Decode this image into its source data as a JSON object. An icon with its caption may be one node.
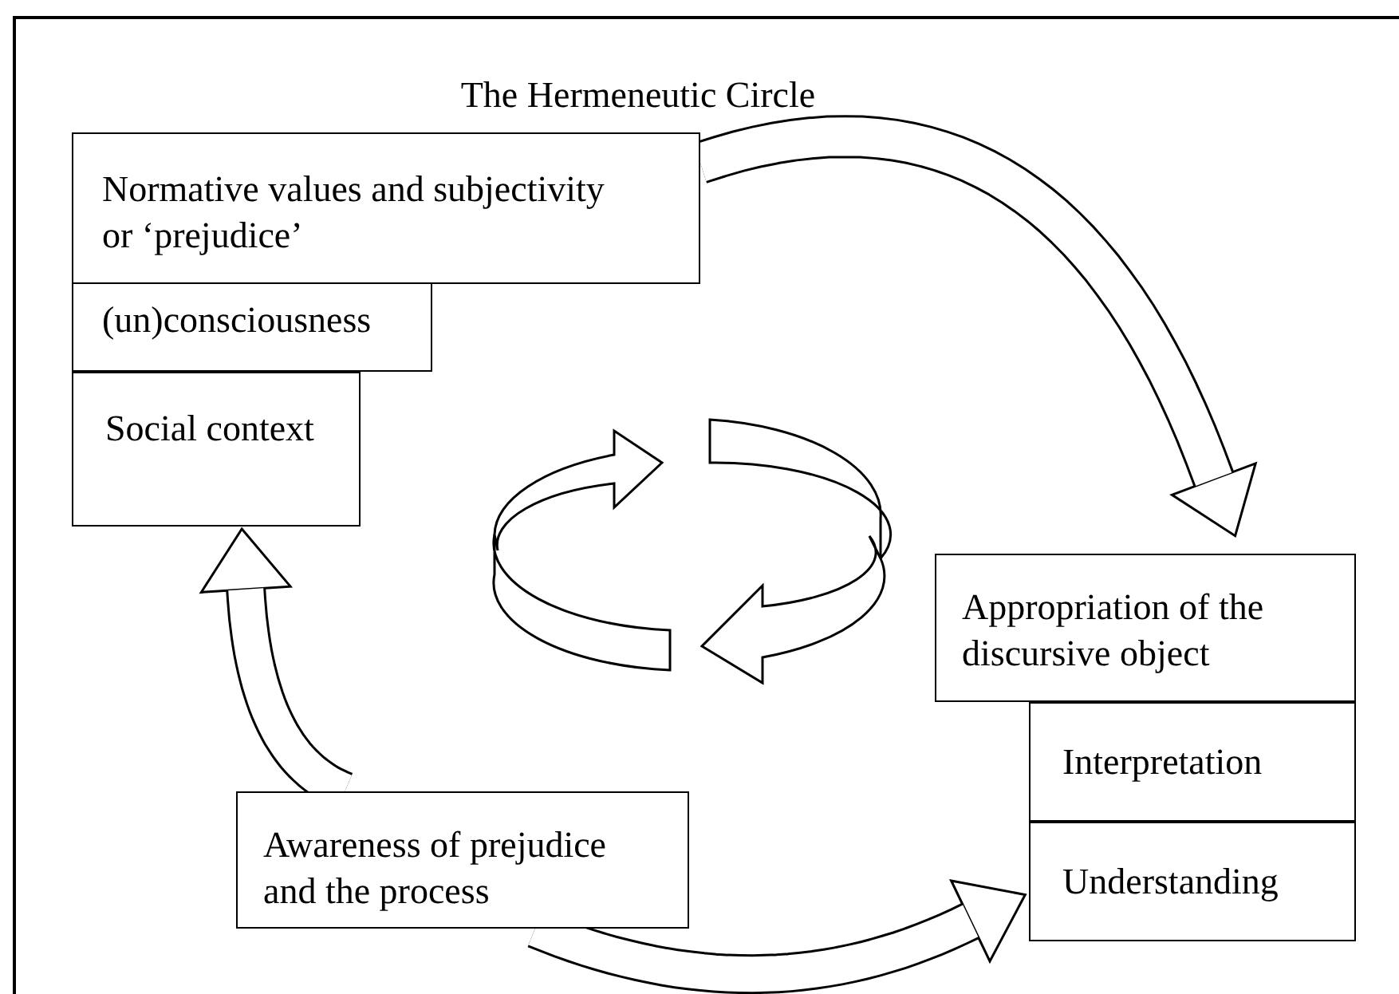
{
  "diagram": {
    "title": "The Hermeneutic Circle",
    "nodes": [
      {
        "text": [
          "Normative values and subjectivity or ‘prejudice’"
        ]
      },
      {
        "text": [
          "(un)consciousness"
        ]
      },
      {
        "text": [
          "Social context"
        ]
      },
      {
        "text": [
          "Appropriation of the discursive object"
        ]
      },
      {
        "text": [
          "Interpretation"
        ]
      },
      {
        "text": [
          "Understanding"
        ]
      },
      {
        "text": [
          "Awareness of prejudice and the process"
        ]
      }
    ],
    "edges": [
      {
        "from": 0,
        "to": 3,
        "arrow": "to"
      },
      {
        "from": 6,
        "to": 2,
        "arrow": "to"
      },
      {
        "from": 6,
        "to": 5,
        "arrow": "to"
      }
    ]
  }
}
